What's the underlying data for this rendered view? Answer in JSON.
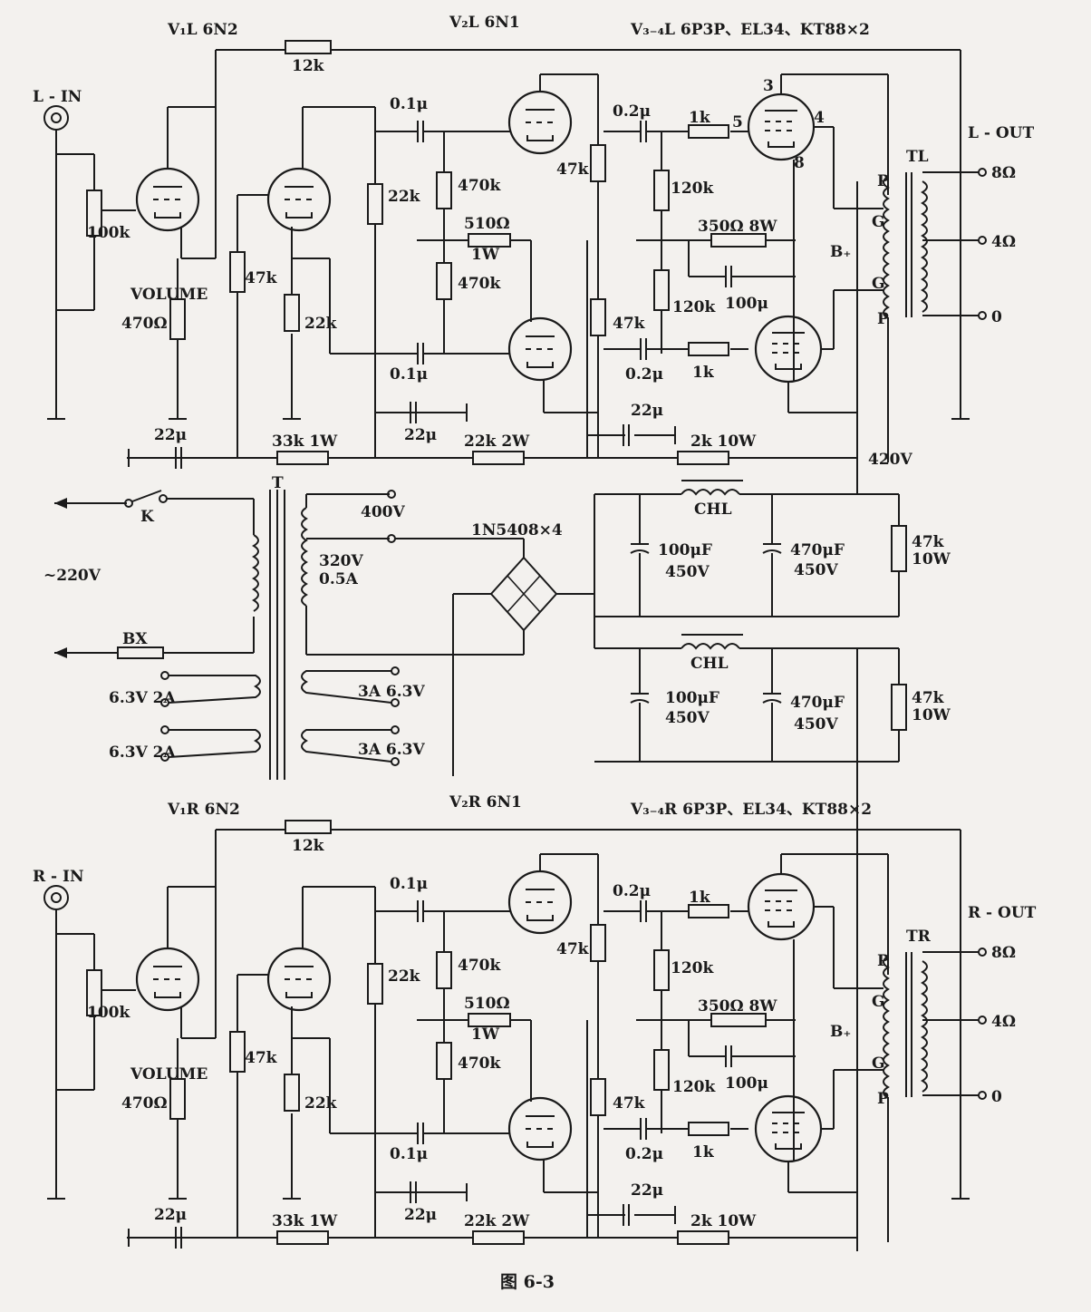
{
  "figure": {
    "caption": "图   6-3"
  },
  "left": {
    "v1": "V₁L  6N2",
    "v2": "V₂L  6N1",
    "v34": "V₃₋₄L  6P3P、EL34、KT88×2",
    "in": "L - IN",
    "out": "L - OUT",
    "tr": "TL",
    "fb": "12k",
    "c1": "0.1μ",
    "c2": "0.1μ",
    "c3": "0.2μ",
    "c4": "0.2μ",
    "r470ka": "470k",
    "r470kb": "470k",
    "r510": "510Ω",
    "r1w": "1W",
    "r22k": "22k",
    "r47k1": "47k",
    "r47k2": "47k",
    "r47k3": "47k",
    "r22kb": "22k",
    "r470": "470Ω",
    "pot": "100k",
    "vol": "VOLUME",
    "r120a": "120k",
    "r120b": "120k",
    "r1ka": "1k",
    "r1kb": "1k",
    "r350": "350Ω 8W",
    "c100": "100μ",
    "c22a": "22μ",
    "c22b": "22μ",
    "c22c": "22μ",
    "r33k": "33k 1W",
    "r22k2w": "22k 2W",
    "r2k": "2k 10W",
    "p3": "3",
    "p4": "4",
    "p5": "5",
    "p8": "8",
    "P1": "P",
    "G1": "G",
    "G2": "G",
    "P2": "P",
    "bplus": "B₊",
    "t8": "8Ω",
    "t4": "4Ω",
    "t0": "0"
  },
  "right": {
    "v1": "V₁R  6N2",
    "v2": "V₂R  6N1",
    "v34": "V₃₋₄R  6P3P、EL34、KT88×2",
    "in": "R - IN",
    "out": "R - OUT",
    "tr": "TR",
    "fb": "12k",
    "c1": "0.1μ",
    "c2": "0.1μ",
    "c3": "0.2μ",
    "c4": "0.2μ",
    "r470ka": "470k",
    "r470kb": "470k",
    "r510": "510Ω",
    "r1w": "1W",
    "r22k": "22k",
    "r47k1": "47k",
    "r47k2": "47k",
    "r47k3": "47k",
    "r22kb": "22k",
    "r470": "470Ω",
    "pot": "100k",
    "vol": "VOLUME",
    "r120a": "120k",
    "r120b": "120k",
    "r1ka": "1k",
    "r1kb": "1k",
    "r350": "350Ω 8W",
    "c100": "100μ",
    "c22a": "22μ",
    "c22b": "22μ",
    "c22c": "22μ",
    "r33k": "33k 1W",
    "r22k2w": "22k 2W",
    "r2k": "2k 10W",
    "P1": "P",
    "G1": "G",
    "G2": "G",
    "P2": "P",
    "bplus": "B₊",
    "t8": "8Ω",
    "t4": "4Ω",
    "t0": "0"
  },
  "psu": {
    "b420": "420V",
    "T": "T",
    "K": "K",
    "mains": "~220V",
    "bx": "BX",
    "s400": "400V",
    "s320": "320V",
    "s05": "0.5A",
    "bridge": "1N5408×4",
    "h1": "6.3V 2A",
    "h2": "6.3V 2A",
    "h3": "3A 6.3V",
    "h4": "3A 6.3V",
    "chl1": "CHL",
    "chl2": "CHL",
    "c100a": "100μF",
    "v450a": "450V",
    "c470a": "470μF",
    "v450b": "450V",
    "c100b": "100μF",
    "v450c": "450V",
    "c470b": "470μF",
    "v450d": "450V",
    "r47ka": "47k",
    "w10a": "10W",
    "r47kb": "47k",
    "w10b": "10W"
  }
}
